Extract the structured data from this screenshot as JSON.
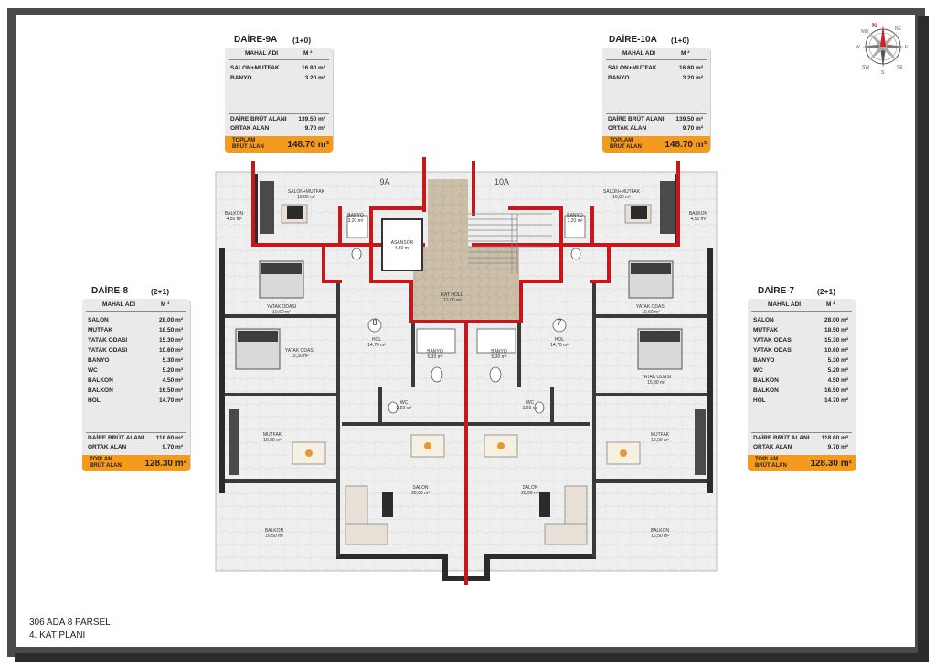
{
  "cards": {
    "d9a": {
      "title": "DAİRE-9A",
      "type": "(1+0)",
      "head_name": "MAHAL ADI",
      "head_unit": "M ²",
      "rows": [
        {
          "n": "SALON+MUTFAK",
          "v": "16.80 m²"
        },
        {
          "n": "BANYO",
          "v": "3.20 m²"
        }
      ],
      "gross_label": "DAİRE BRÜT ALANI",
      "gross_value": "139.50 m²",
      "common_label": "ORTAK ALAN",
      "common_value": "9.70 m²",
      "total_label": "TOPLAM BRÜT ALAN",
      "total_value": "148.70 m²"
    },
    "d10a": {
      "title": "DAİRE-10A",
      "type": "(1+0)",
      "head_name": "MAHAL ADI",
      "head_unit": "M ²",
      "rows": [
        {
          "n": "SALON+MUTFAK",
          "v": "16.80 m²"
        },
        {
          "n": "BANYO",
          "v": "3.20 m²"
        }
      ],
      "gross_label": "DAİRE BRÜT ALANI",
      "gross_value": "139.50 m²",
      "common_label": "ORTAK ALAN",
      "common_value": "9.70 m²",
      "total_label": "TOPLAM BRÜT ALAN",
      "total_value": "148.70 m²"
    },
    "d8": {
      "title": "DAİRE-8",
      "type": "(2+1)",
      "head_name": "MAHAL ADI",
      "head_unit": "M ²",
      "rows": [
        {
          "n": "SALON",
          "v": "28.00 m²"
        },
        {
          "n": "MUTFAK",
          "v": "18.50 m²"
        },
        {
          "n": "YATAK ODASI",
          "v": "15.30 m²"
        },
        {
          "n": "YATAK ODASI",
          "v": "10.60 m²"
        },
        {
          "n": "BANYO",
          "v": "5.30 m²"
        },
        {
          "n": "WC",
          "v": "5.20 m²"
        },
        {
          "n": "BALKON",
          "v": "4.50 m²"
        },
        {
          "n": "BALKON",
          "v": "16.50 m²"
        },
        {
          "n": "HOL",
          "v": "14.70 m²"
        }
      ],
      "gross_label": "DAİRE BRÜT ALANI",
      "gross_value": "118.60 m²",
      "common_label": "ORTAK ALAN",
      "common_value": "9.70 m²",
      "total_label": "TOPLAM BRÜT ALAN",
      "total_value": "128.30 m²"
    },
    "d7": {
      "title": "DAİRE-7",
      "type": "(2+1)",
      "head_name": "MAHAL ADI",
      "head_unit": "M ²",
      "rows": [
        {
          "n": "SALON",
          "v": "28.00 m²"
        },
        {
          "n": "MUTFAK",
          "v": "18.50 m²"
        },
        {
          "n": "YATAK ODASI",
          "v": "15.30 m²"
        },
        {
          "n": "YATAK ODASI",
          "v": "10.60 m²"
        },
        {
          "n": "BANYO",
          "v": "5.30 m²"
        },
        {
          "n": "WC",
          "v": "5.20 m²"
        },
        {
          "n": "BALKON",
          "v": "4.50 m²"
        },
        {
          "n": "BALKON",
          "v": "16.50 m²"
        },
        {
          "n": "HOL",
          "v": "14.70 m²"
        }
      ],
      "gross_label": "DAİRE BRÜT ALANI",
      "gross_value": "118.60 m²",
      "common_label": "ORTAK ALAN",
      "common_value": "9.70 m²",
      "total_label": "TOPLAM BRÜT ALAN",
      "total_value": "128.30 m²"
    }
  },
  "plan": {
    "unit_9a": "9A",
    "unit_10a": "10A",
    "unit_8": "8",
    "unit_7": "7",
    "rooms": {
      "salon_mutfak_l": "SALON+MUTFAK",
      "salon_mutfak_l_a": "16,80 m²",
      "salon_mutfak_r": "SALON+MUTFAK",
      "salon_mutfak_r_a": "16,80 m²",
      "balkon_tl": "BALKON",
      "balkon_tl_a": "4,50 m²",
      "balkon_tr": "BALKON",
      "balkon_tr_a": "4,50 m²",
      "banyo_9a": "BANYO",
      "banyo_9a_a": "3,20 m²",
      "banyo_10a": "BANYO",
      "banyo_10a_a": "3,20 m²",
      "asansor": "ASANSÖR",
      "asansor_a": "4,80 m²",
      "kat_holu": "KAT HOLÜ",
      "kat_holu_a": "12,00 m²",
      "yatak_l1": "YATAK ODASI",
      "yatak_l1_a": "10,60 m²",
      "yatak_l2": "YATAK ODASI",
      "yatak_l2_a": "15,30 m²",
      "yatak_r1": "YATAK ODASI",
      "yatak_r1_a": "10,60 m²",
      "yatak_r2": "YATAK ODASI",
      "yatak_r2_a": "15,30 m²",
      "hol_8": "HOL",
      "hol_8_a": "14,70 m²",
      "hol_7": "HOL",
      "hol_7_a": "14,70 m²",
      "banyo_8": "BANYO",
      "banyo_8_a": "5,30 m²",
      "banyo_7": "BANYO",
      "banyo_7_a": "5,30 m²",
      "wc_8": "WC",
      "wc_8_a": "5,20 m²",
      "wc_7": "WC",
      "wc_7_a": "5,20 m²",
      "mutfak_8": "MUTFAK",
      "mutfak_8_a": "18,50 m²",
      "mutfak_7": "MUTFAK",
      "mutfak_7_a": "18,50 m²",
      "salon_8": "SALON",
      "salon_8_a": "28,00 m²",
      "salon_7": "SALON",
      "salon_7_a": "28,00 m²",
      "balkon_bl": "BALKON",
      "balkon_bl_a": "16,50 m²",
      "balkon_br": "BALKON",
      "balkon_br_a": "16,50 m²"
    }
  },
  "compass": {
    "n": "N",
    "ne": "NE",
    "e": "E",
    "se": "SE",
    "s": "S",
    "sw": "SW",
    "w": "W",
    "nw": "NW"
  },
  "footer": {
    "line1": "306 ADA 8 PARSEL",
    "line2": "4. KAT PLANI"
  },
  "colors": {
    "frame": "#4a4a4a",
    "accent_orange": "#f49a1c",
    "wall_red": "#c8161d",
    "card_grey": "#eaeaea"
  }
}
